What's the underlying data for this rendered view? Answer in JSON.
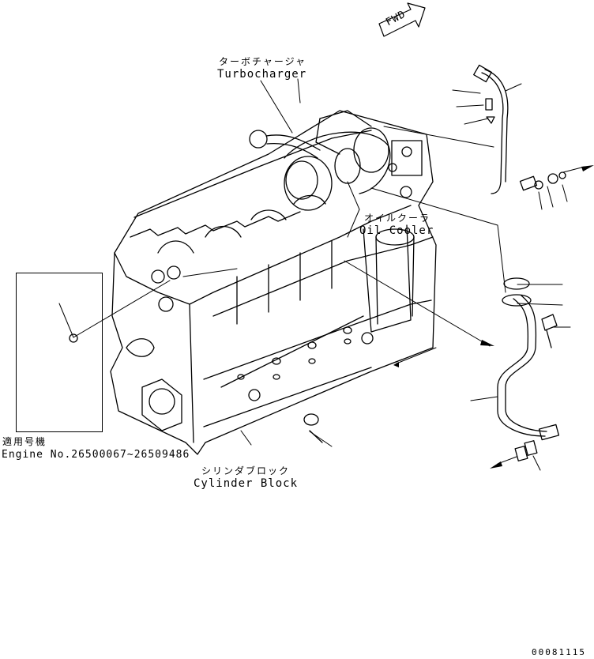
{
  "direction_badge": {
    "label": "FWD"
  },
  "labels": {
    "turbocharger_jp": "ターボチャージャ",
    "turbocharger_en": "Turbocharger",
    "oil_cooler_jp": "オイルクーラ",
    "oil_cooler_en": "Oil Cooler",
    "cylinder_block_jp": "シリンダブロック",
    "cylinder_block_en": "Cylinder Block",
    "serial_heading_jp": "適用号機",
    "serial_range": "Engine No.26500067~26509486"
  },
  "drawing_number": "00081115"
}
